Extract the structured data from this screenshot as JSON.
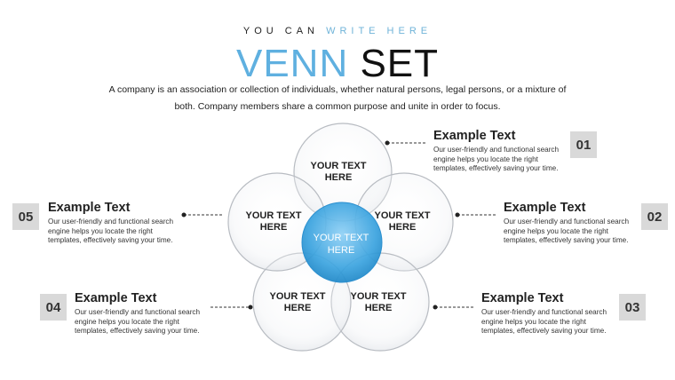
{
  "header": {
    "subtitle_a": "YOU CAN ",
    "subtitle_b": "WRITE HERE",
    "title_a": "VENN ",
    "title_b": "SET",
    "description": "A company is an association or collection of individuals, whether natural persons, legal persons, or a mixture of both. Company members share a common purpose and unite in order to focus."
  },
  "venn": {
    "center_label": [
      "YOUR TEXT",
      "HERE"
    ],
    "circles": [
      {
        "label": [
          "YOUR TEXT",
          "HERE"
        ]
      },
      {
        "label": [
          "YOUR TEXT",
          "HERE"
        ]
      },
      {
        "label": [
          "YOUR TEXT",
          "HERE"
        ]
      },
      {
        "label": [
          "YOUR TEXT",
          "HERE"
        ]
      },
      {
        "label": [
          "YOUR TEXT",
          "HERE"
        ]
      }
    ]
  },
  "items": [
    {
      "number": "01",
      "title": "Example Text",
      "body": "Our user-friendly and functional search engine helps you locate the right templates, effectively saving your time."
    },
    {
      "number": "02",
      "title": "Example Text",
      "body": "Our user-friendly and functional search engine helps you locate the right templates, effectively saving your time."
    },
    {
      "number": "03",
      "title": "Example Text",
      "body": "Our user-friendly and functional search engine helps you locate the right templates, effectively saving your time."
    },
    {
      "number": "04",
      "title": "Example Text",
      "body": "Our user-friendly and functional search engine helps you locate the right templates, effectively saving your time."
    },
    {
      "number": "05",
      "title": "Example Text",
      "body": "Our user-friendly and functional search engine helps you locate the right templates, effectively saving your time."
    }
  ],
  "colors": {
    "accent": "#5fb0e0",
    "center": "#3aa3df",
    "badge": "#d9d9d9",
    "circle_stroke": "#b8bcc2"
  }
}
